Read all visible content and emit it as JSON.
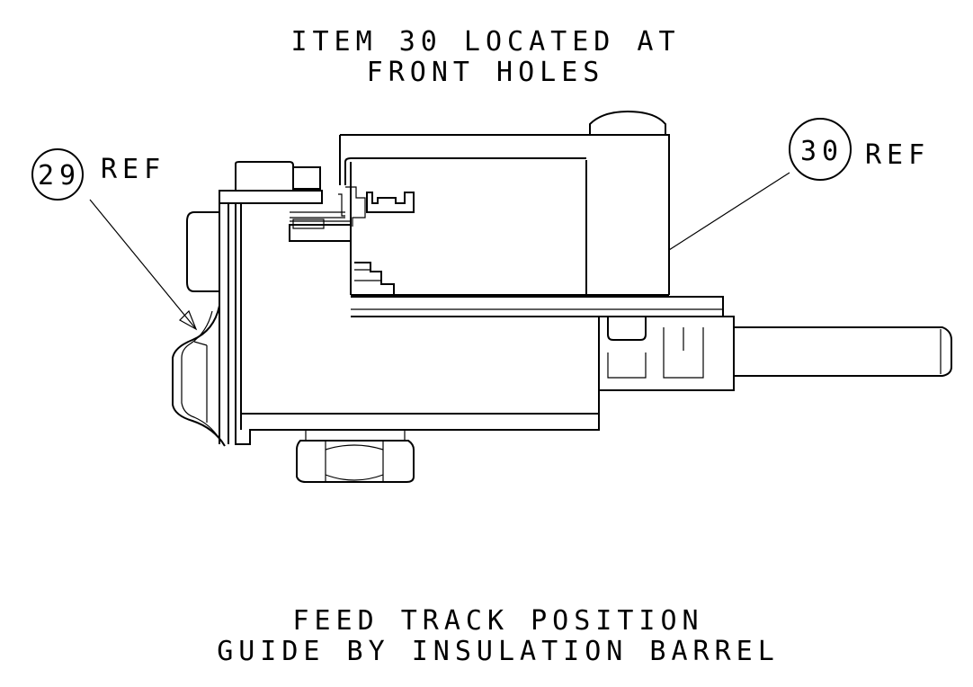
{
  "notes": {
    "top_line1": "ITEM 30 LOCATED AT",
    "top_line2": "FRONT HOLES",
    "bottom_line1": "FEED TRACK POSITION",
    "bottom_line2": "GUIDE BY INSULATION BARREL"
  },
  "balloons": [
    {
      "number": "29",
      "suffix": "REF"
    },
    {
      "number": "30",
      "suffix": "REF"
    }
  ]
}
